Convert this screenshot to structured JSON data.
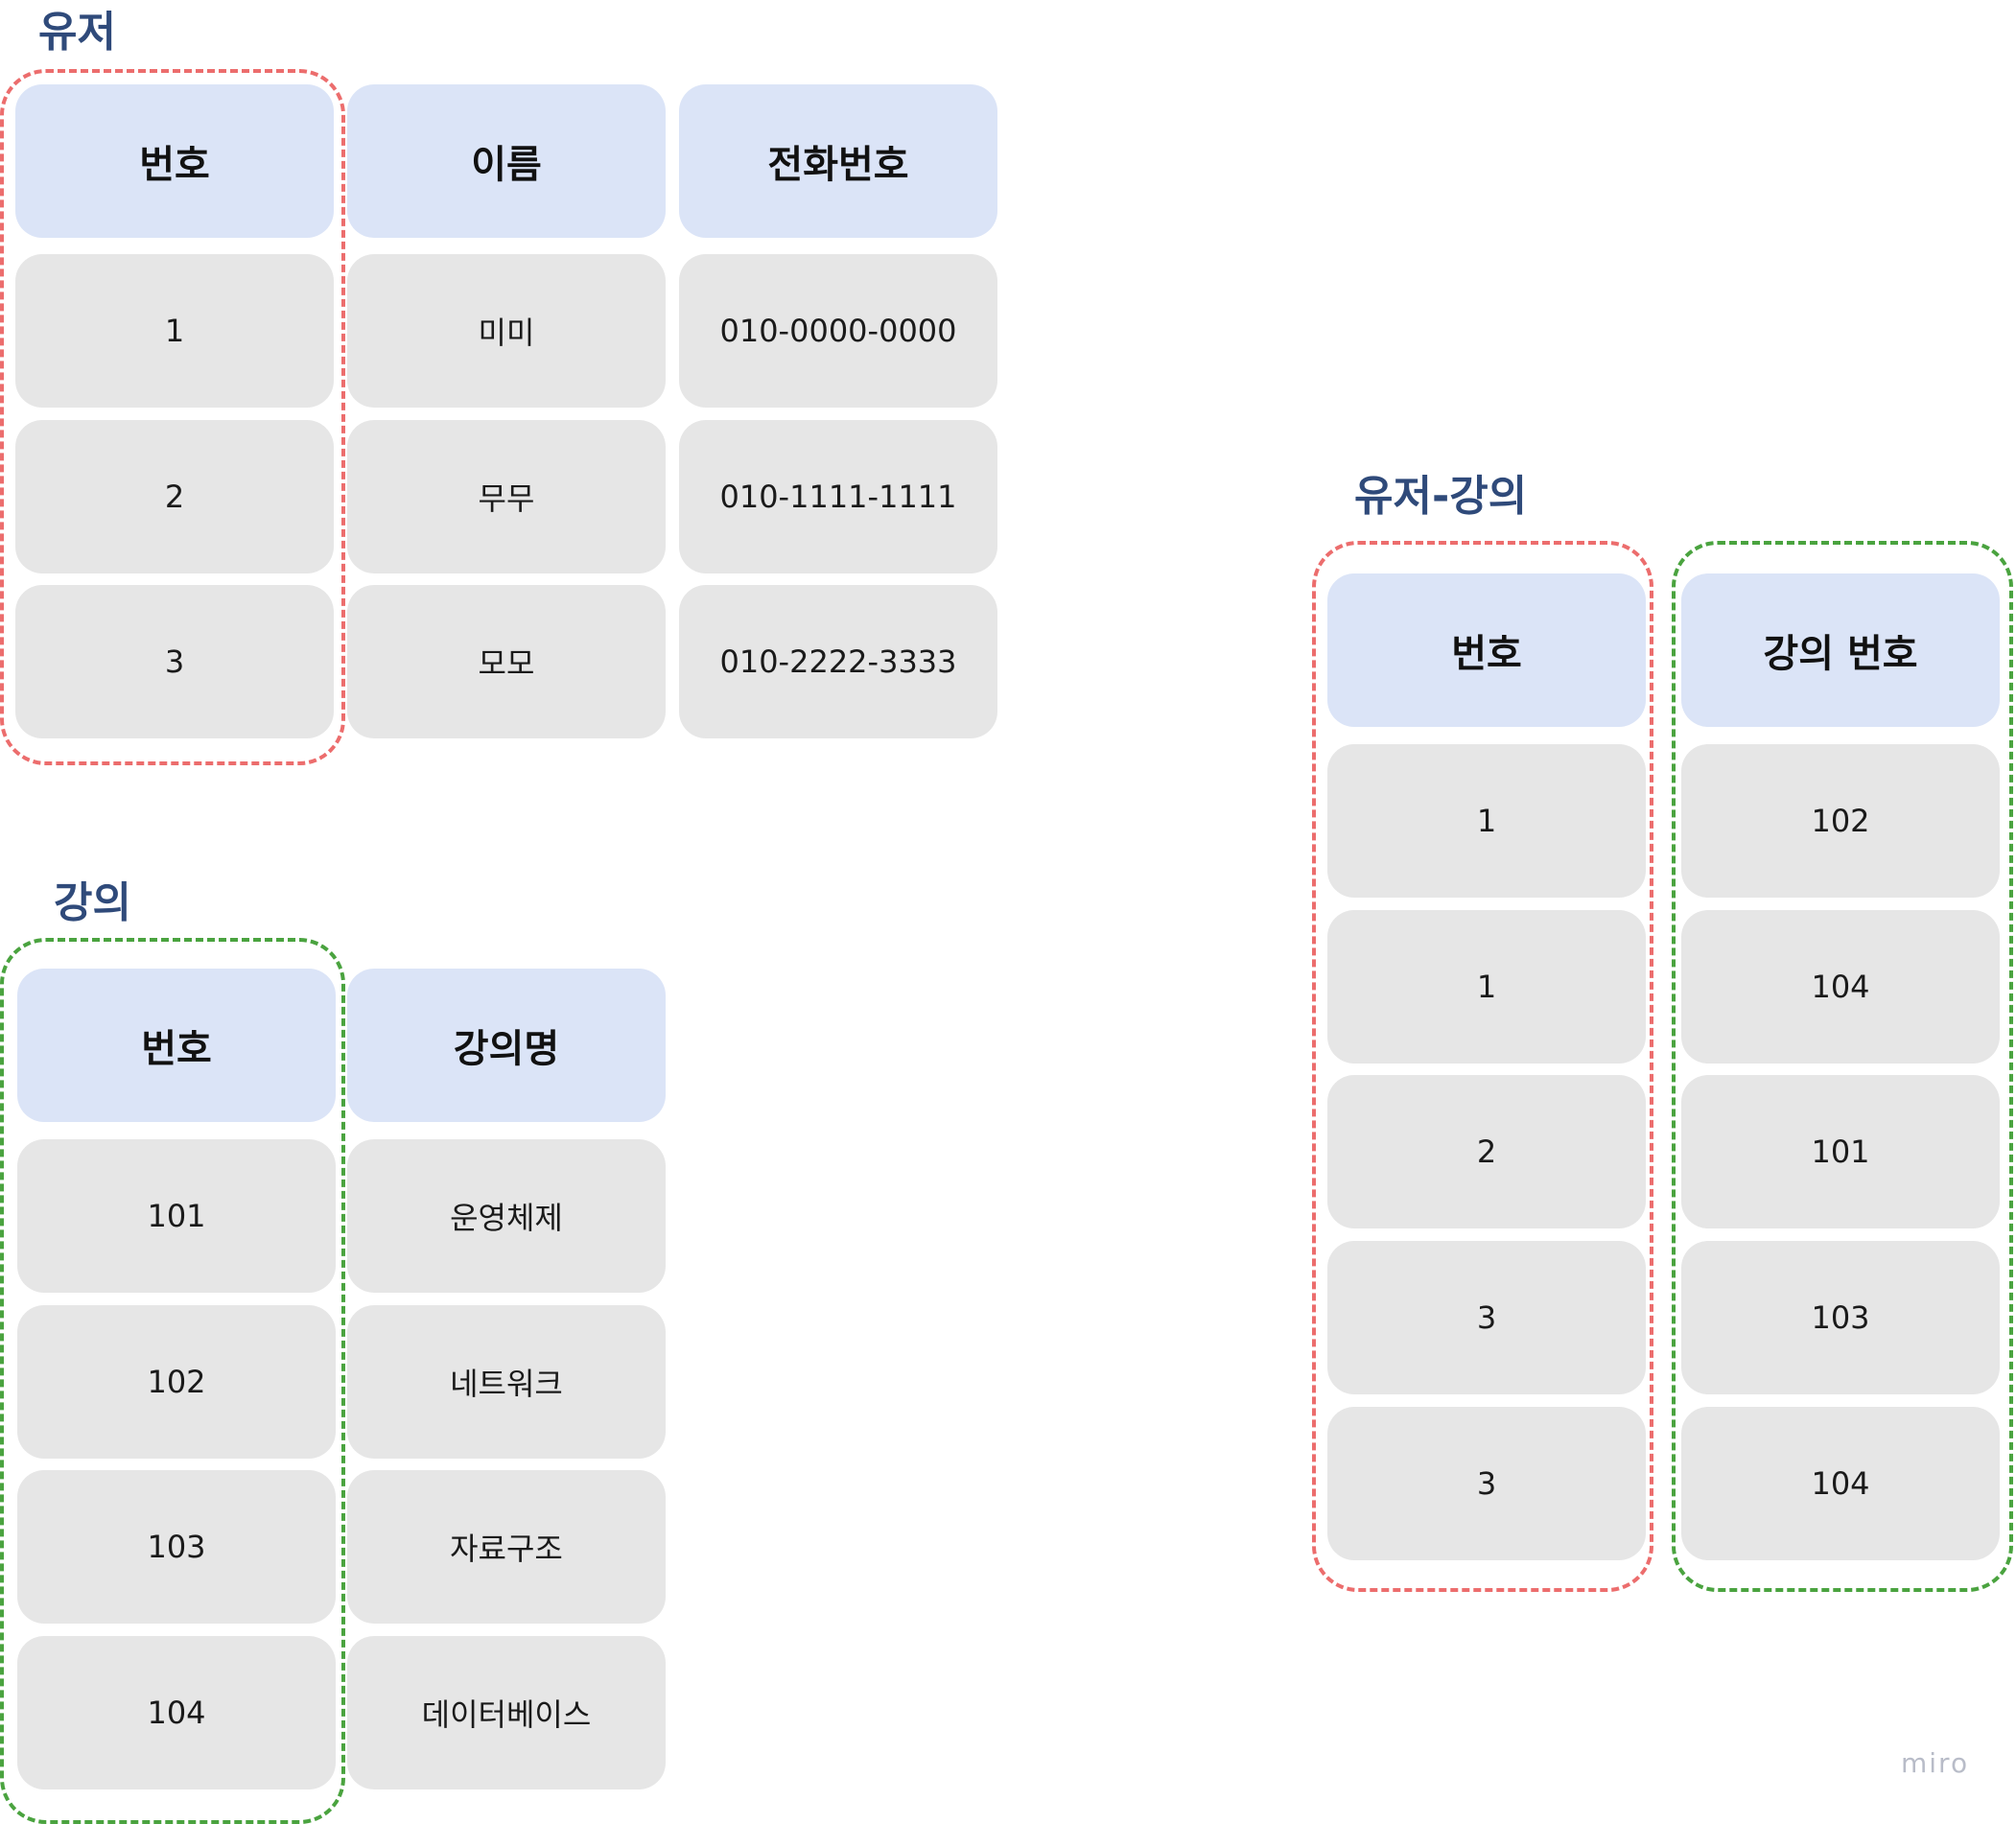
{
  "user_table": {
    "title": "유저",
    "columns": [
      "번호",
      "이름",
      "전화번호"
    ],
    "rows": [
      [
        "1",
        "미미",
        "010-0000-0000"
      ],
      [
        "2",
        "무무",
        "010-1111-1111"
      ],
      [
        "3",
        "모모",
        "010-2222-3333"
      ]
    ]
  },
  "course_table": {
    "title": "강의",
    "columns": [
      "번호",
      "강의명"
    ],
    "rows": [
      [
        "101",
        "운영체제"
      ],
      [
        "102",
        "네트워크"
      ],
      [
        "103",
        "자료구조"
      ],
      [
        "104",
        "데이터베이스"
      ]
    ]
  },
  "user_course_table": {
    "title": "유저-강의",
    "columns": [
      "번호",
      "강의 번호"
    ],
    "rows": [
      [
        "1",
        "102"
      ],
      [
        "1",
        "104"
      ],
      [
        "2",
        "101"
      ],
      [
        "3",
        "103"
      ],
      [
        "3",
        "104"
      ]
    ]
  },
  "colors": {
    "title": "#2f4a7a",
    "header_fill": "#dbe4f7",
    "cell_fill": "#e6e6e6",
    "primary_key_outline": "#ec6d6d",
    "foreign_key_outline": "#4aa33f"
  },
  "watermark": "miro"
}
